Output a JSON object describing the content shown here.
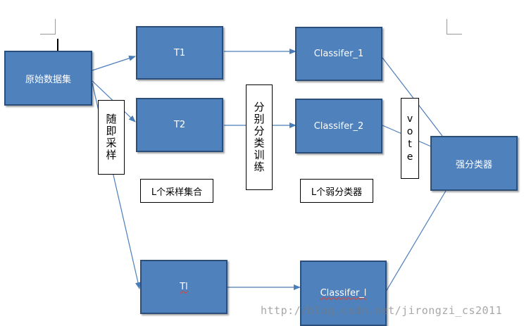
{
  "nodes": {
    "source": "原始数据集",
    "t1": "T1",
    "t2": "T2",
    "tl": "Tl",
    "c1": "Classifer_1",
    "c2": "Classifer_2",
    "cl": "Classifer_l",
    "strong": "强分类器"
  },
  "labels": {
    "random_sampling": "随即采样",
    "separate_training": "分别分类训练",
    "vote": "vote",
    "sample_sets": "L个采样集合",
    "weak_classifiers": "L个弱分类器"
  },
  "watermark": "http://blog.csdn.net/jirongzi_cs2011",
  "colors": {
    "box_fill": "#4f81bd",
    "box_border": "#2b4f7a",
    "arrow": "#4a7ebb"
  }
}
